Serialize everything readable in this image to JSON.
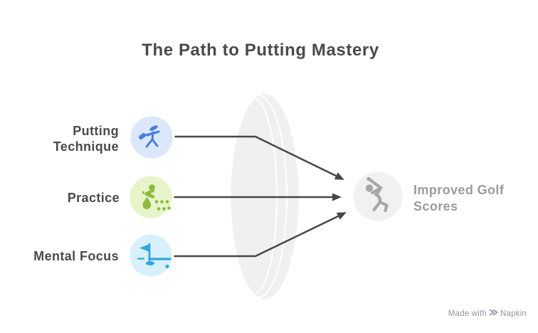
{
  "title": {
    "text": "The Path to Putting Mastery",
    "color": "#4a4a4a"
  },
  "label_color": "#4a4a4a",
  "connector_color": "#474747",
  "lens_color": "#f0f0f0",
  "nodes": {
    "inputs": [
      {
        "lines": [
          "Putting",
          "Technique"
        ],
        "circle_color": "#dbe7fb",
        "icon_color": "#4a7ee3",
        "icon": "golfer-putting-icon"
      },
      {
        "lines": [
          "Practice"
        ],
        "circle_color": "#e8f4c9",
        "icon_color": "#8eba3e",
        "icon": "practice-putts-icon"
      },
      {
        "lines": [
          "Mental Focus"
        ],
        "circle_color": "#d8f0fb",
        "icon_color": "#2fa9dd",
        "icon": "golf-flag-hole-icon"
      }
    ],
    "output": {
      "lines": [
        "Improved Golf",
        "Scores"
      ],
      "label_color": "#9b9b9b",
      "circle_color": "#f1f1f1",
      "icon_color": "#a6a6a6",
      "icon": "golf-swing-icon"
    }
  },
  "watermark": {
    "prefix": "Made with",
    "brand": "Napkin",
    "color": "#8f979c"
  }
}
